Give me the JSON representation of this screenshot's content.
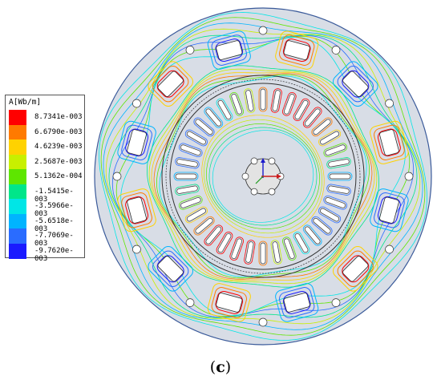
{
  "legend": {
    "title": "A[Wb/m]",
    "levels": [
      {
        "label": "8.7341e-003",
        "color": "#ff0000"
      },
      {
        "label": "6.6790e-003",
        "color": "#ff7a00"
      },
      {
        "label": "4.6239e-003",
        "color": "#ffd200"
      },
      {
        "label": "2.5687e-003",
        "color": "#c8f000"
      },
      {
        "label": "5.1362e-004",
        "color": "#5ee600"
      },
      {
        "label": "-1.5415e-003",
        "color": "#00e68a"
      },
      {
        "label": "-3.5966e-003",
        "color": "#00e6e6"
      },
      {
        "label": "-5.6518e-003",
        "color": "#00b4ff"
      },
      {
        "label": "-7.7069e-003",
        "color": "#2a6cff"
      },
      {
        "label": "-9.7620e-003",
        "color": "#1a1aff"
      }
    ]
  },
  "caption": {
    "open": "(",
    "letter": "c",
    "close": ")"
  },
  "diagram": {
    "stator_slots": 12,
    "rotor_slots": 36,
    "shaft_holes": 6,
    "colors": {
      "stator_fill": "#d8dde6",
      "outline": "#333333",
      "shaft_fill": "#e3e3e3"
    }
  }
}
